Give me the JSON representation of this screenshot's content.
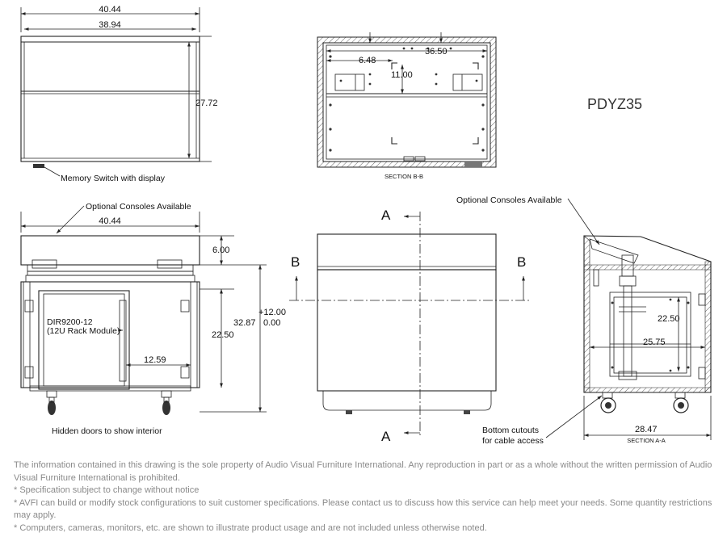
{
  "model": "PDYZ35",
  "top_view": {
    "width_outer": "40.44",
    "width_inner": "38.94",
    "depth": "27.72",
    "callout_memory_switch": "Memory Switch with display"
  },
  "section_bb": {
    "title": "SECTION B-B",
    "dim_width": "36.50",
    "dim_offset": "6.48",
    "dim_height": "11.00"
  },
  "front_view": {
    "callout_consoles": "Optional Consoles Available",
    "width": "40.44",
    "dim_top": "6.00",
    "dim_total": "32.87",
    "dim_lower": "22.50",
    "dim_lift_plus": "+12.00",
    "dim_lift_zero": "0.00",
    "dim_rack": "12.59",
    "rack_label_1": "DIR9200-12",
    "rack_label_2": "(12U Rack Module)",
    "caption": "Hidden doors to show interior"
  },
  "center_view": {
    "a_top": "A",
    "a_bottom": "A",
    "b_left": "B",
    "b_right": "B"
  },
  "section_aa": {
    "title": "SECTION A-A",
    "callout_consoles": "Optional Consoles Available",
    "dim_height": "22.50",
    "dim_inner_depth": "25.75",
    "dim_depth": "28.47",
    "callout_cutouts_1": "Bottom cutouts",
    "callout_cutouts_2": "for cable access"
  },
  "notes": [
    "The information contained in this drawing is the sole property of Audio Visual Furniture International. Any reproduction in part or as a whole without the written permission of Audio Visual Furniture International is prohibited.",
    "* Specification subject to change without notice",
    "* AVFI can build or modify stock configurations to suit customer specifications. Please contact us to discuss how this service can help meet your needs. Some quantity restrictions may apply.",
    "* Computers, cameras, monitors, etc. are shown to illustrate product usage and are not included unless otherwise noted."
  ]
}
